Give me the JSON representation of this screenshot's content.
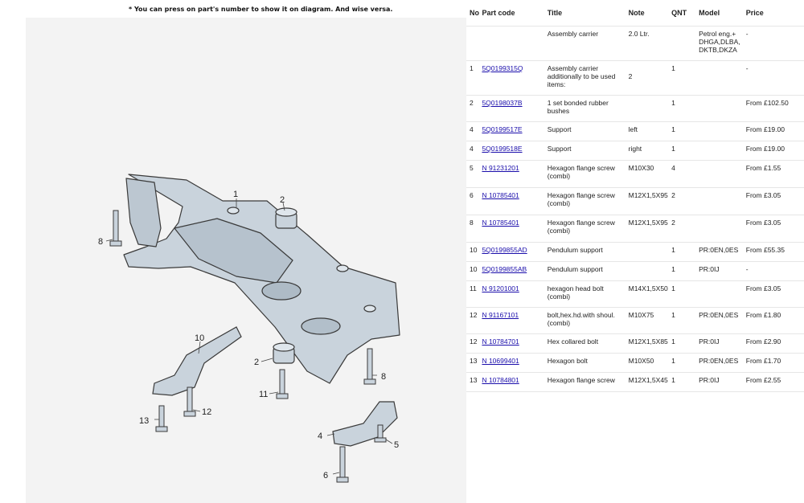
{
  "note": "* You can press on part's number to show it on diagram. And wise versa.",
  "table": {
    "headers": {
      "no": "No",
      "code": "Part code",
      "title": "Title",
      "note": "Note",
      "qnt": "QNT",
      "model": "Model",
      "price": "Price"
    },
    "rows": [
      {
        "no": "",
        "code": "",
        "title": "Assembly carrier",
        "note": "2.0 Ltr.",
        "qnt": "",
        "model": "Petrol eng.+ DHGA,DLBA, DKTB,DKZA",
        "price": "-"
      },
      {
        "no": "1",
        "code": "5Q0199315Q",
        "title": "Assembly carrier additionally to be used items:",
        "note": "2",
        "qnt": "1",
        "model": "",
        "price": "-"
      },
      {
        "no": "2",
        "code": "5Q0198037B",
        "title": "1 set bonded rubber bushes",
        "note": "",
        "qnt": "1",
        "model": "",
        "price": "From £102.50"
      },
      {
        "no": "4",
        "code": "5Q0199517E",
        "title": "Support",
        "note": "left",
        "qnt": "1",
        "model": "",
        "price": "From £19.00"
      },
      {
        "no": "4",
        "code": "5Q0199518E",
        "title": "Support",
        "note": "right",
        "qnt": "1",
        "model": "",
        "price": "From £19.00"
      },
      {
        "no": "5",
        "code": "N 91231201",
        "title": "Hexagon flange screw (combi)",
        "note": "M10X30",
        "qnt": "4",
        "model": "",
        "price": "From £1.55"
      },
      {
        "no": "6",
        "code": "N 10785401",
        "title": "Hexagon flange screw (combi)",
        "note": "M12X1,5X95",
        "qnt": "2",
        "model": "",
        "price": "From £3.05"
      },
      {
        "no": "8",
        "code": "N 10785401",
        "title": "Hexagon flange screw (combi)",
        "note": "M12X1,5X95",
        "qnt": "2",
        "model": "",
        "price": "From £3.05"
      },
      {
        "no": "10",
        "code": "5Q0199855AD",
        "title": "Pendulum support",
        "note": "",
        "qnt": "1",
        "model": "PR:0EN,0ES",
        "price": "From £55.35"
      },
      {
        "no": "10",
        "code": "5Q0199855AB",
        "title": "Pendulum support",
        "note": "",
        "qnt": "1",
        "model": "PR:0IJ",
        "price": "-"
      },
      {
        "no": "11",
        "code": "N 91201001",
        "title": "hexagon head bolt (combi)",
        "note": "M14X1,5X50",
        "qnt": "1",
        "model": "",
        "price": "From £3.05"
      },
      {
        "no": "12",
        "code": "N 91167101",
        "title": "bolt,hex.hd.with shoul. (combi)",
        "note": "M10X75",
        "qnt": "1",
        "model": "PR:0EN,0ES",
        "price": "From £1.80"
      },
      {
        "no": "12",
        "code": "N 10784701",
        "title": "Hex collared bolt",
        "note": "M12X1,5X85",
        "qnt": "1",
        "model": "PR:0IJ",
        "price": "From £2.90"
      },
      {
        "no": "13",
        "code": "N 10699401",
        "title": "Hexagon bolt",
        "note": "M10X50",
        "qnt": "1",
        "model": "PR:0EN,0ES",
        "price": "From £1.70"
      },
      {
        "no": "13",
        "code": "N 10784801",
        "title": "Hexagon flange screw",
        "note": "M12X1,5X45",
        "qnt": "1",
        "model": "PR:0IJ",
        "price": "From £2.55"
      }
    ]
  },
  "callouts": {
    "c1": "1",
    "c2a": "2",
    "c2b": "2",
    "c4": "4",
    "c5": "5",
    "c6": "6",
    "c8a": "8",
    "c8b": "8",
    "c10": "10",
    "c11": "11",
    "c12": "12",
    "c13": "13"
  },
  "colors": {
    "part_fill": "#c9d3dc",
    "part_stroke": "#3a3a3a",
    "link": "#1a0dab",
    "panel": "#f3f3f3"
  }
}
